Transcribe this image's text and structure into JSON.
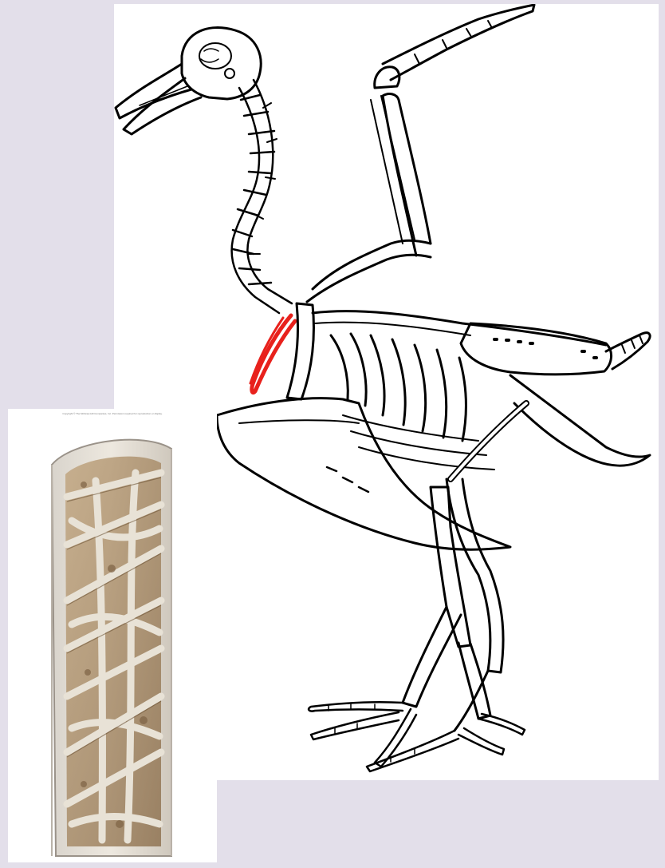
{
  "figure": {
    "background": "#e3dfea",
    "panel_color": "#ffffff",
    "highlight_color": "#e8211c",
    "line_color": "#000000",
    "bone_fill": "#e6dccb",
    "bone_shadow": "#a98d6a"
  },
  "skeleton_illustration": {
    "subject": "bird skeleton, side view, wings raised",
    "highlighted_part": "furcula (wishbone), drawn in red"
  },
  "bone_illustration": {
    "subject": "cut-away section of a hollow bird bone with internal struts",
    "caption": "Copyright © The McGraw-Hill Companies, Inc. Permission required for reproduction or display."
  }
}
